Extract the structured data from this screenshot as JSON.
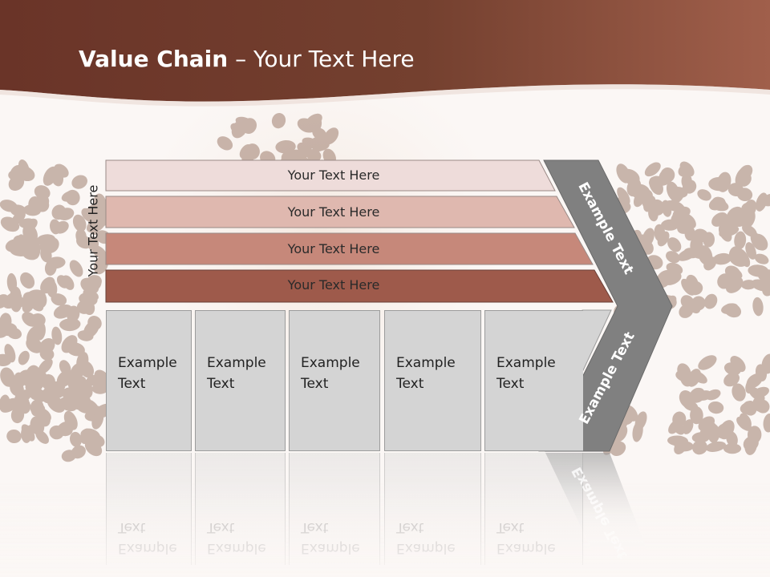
{
  "slide": {
    "title_bold": "Value Chain",
    "title_rest": " – Your Text Here",
    "side_label": "Your Text Here"
  },
  "rows": [
    {
      "label": "Your Text Here",
      "color": "#eedcda"
    },
    {
      "label": "Your Text Here",
      "color": "#dfb8af"
    },
    {
      "label": "Your Text Here",
      "color": "#c6887a"
    },
    {
      "label": "Your Text Here",
      "color": "#9e5a4b"
    }
  ],
  "boxes": [
    {
      "label_line1": "Example",
      "label_line2": "Text"
    },
    {
      "label_line1": "Example",
      "label_line2": "Text"
    },
    {
      "label_line1": "Example",
      "label_line2": "Text"
    },
    {
      "label_line1": "Example",
      "label_line2": "Text"
    },
    {
      "label_line1": "Example",
      "label_line2": "Text"
    }
  ],
  "arrow": {
    "top_label": "Example Text",
    "bottom_label": "Example Text",
    "color": "#808080"
  },
  "colors": {
    "header": "#6e3a2e",
    "header_light": "#9b5e4e",
    "bean_dark": "#6b3a24",
    "box_fill": "#d4d4d4"
  }
}
